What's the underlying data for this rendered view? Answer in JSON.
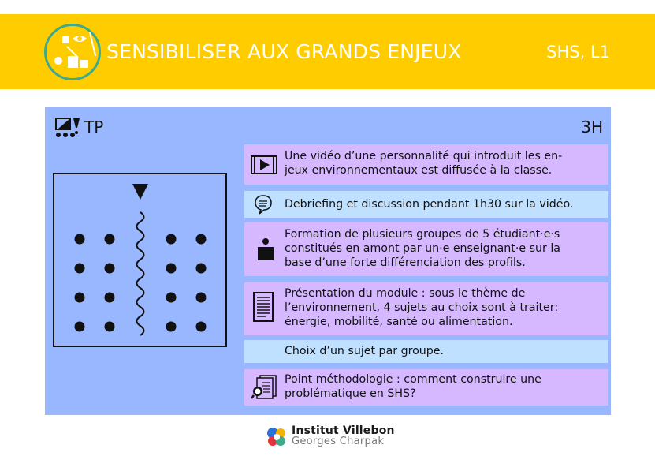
{
  "header": {
    "title": "SENSIBILISER AUX GRANDS ENJEUX",
    "level": "SHS, L1",
    "colors": {
      "background": "#FFCC00",
      "logo_ring": "#3FA98C",
      "text": "#ffffff"
    }
  },
  "panel": {
    "type_label": "TP",
    "duration": "3H",
    "colors": {
      "background": "#99B7FF",
      "step_purple": "#D5B8FF",
      "step_light": "#BFE0FF"
    },
    "steps": [
      {
        "icon": "video-play-icon",
        "text": "Une vidéo d’une personnalité qui introduit les en-\njeux environnementaux est diffusée à la classe."
      },
      {
        "icon": "speech-bubble-icon",
        "text": "Debriefing et discussion pendant 1h30 sur la vidéo."
      },
      {
        "icon": "person-icon",
        "text": "Formation de plusieurs groupes de 5 étudiant·e·s\nconstitués en amont par un·e enseignant·e sur la\nbase d’une forte différenciation des profils."
      },
      {
        "icon": "document-icon",
        "text": "Présentation du module : sous le thème de\nl’environnement, 4 sujets au choix sont à traiter:\nénergie, mobilité, santé ou alimentation."
      },
      {
        "icon": "",
        "text": "Choix d’un sujet par groupe."
      },
      {
        "icon": "research-document-icon",
        "text": "Point méthodologie : comment construire une\nproblématique en SHS?"
      }
    ]
  },
  "footer": {
    "line1": "Institut Villebon",
    "line2": "Georges Charpak"
  }
}
